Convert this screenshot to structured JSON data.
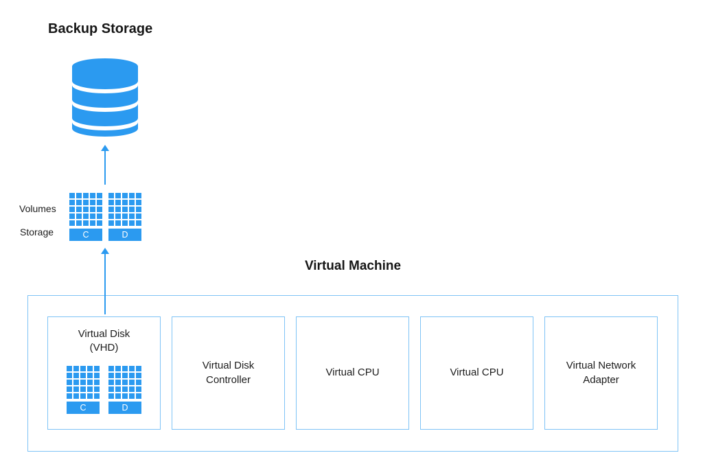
{
  "colors": {
    "accent": "#2B9AF0",
    "box_border": "#7EC3F6",
    "text": "#1E1E1E"
  },
  "backup_storage": {
    "title": "Backup Storage"
  },
  "host_volumes": {
    "row_label_top": "Volumes",
    "row_label_bottom": "Storage",
    "disks": [
      {
        "letter": "C"
      },
      {
        "letter": "D"
      }
    ]
  },
  "virtual_machine": {
    "title": "Virtual Machine",
    "components": [
      {
        "label": "Virtual Disk (VHD)",
        "disks": [
          {
            "letter": "C"
          },
          {
            "letter": "D"
          }
        ]
      },
      {
        "label": "Virtual Disk Controller"
      },
      {
        "label": "Virtual CPU"
      },
      {
        "label": "Virtual CPU"
      },
      {
        "label": "Virtual Network Adapter"
      }
    ]
  }
}
